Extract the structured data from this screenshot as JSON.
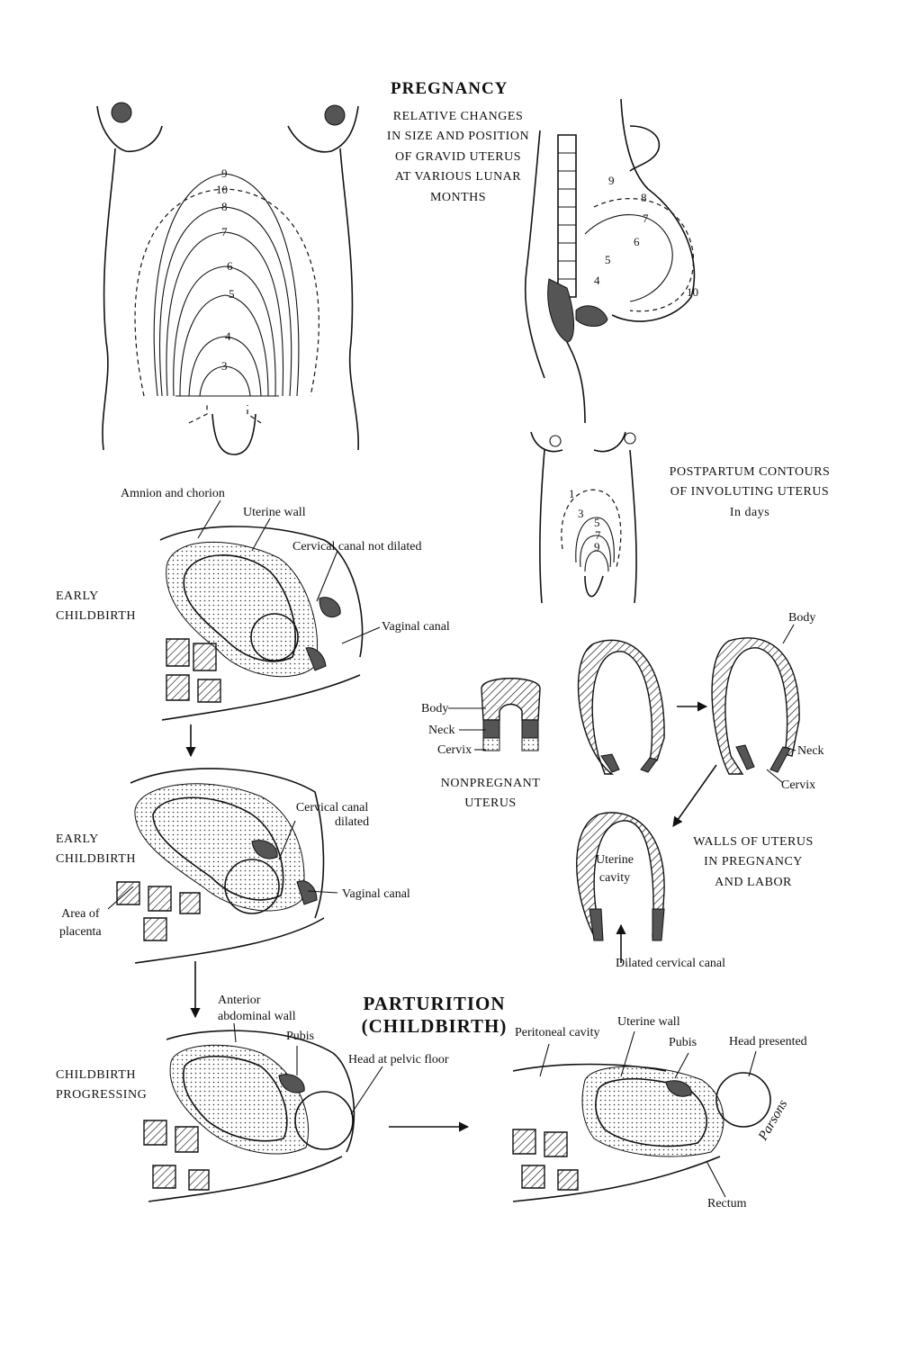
{
  "pregnancy": {
    "title": "PREGNANCY",
    "subtitle_lines": [
      "RELATIVE CHANGES",
      "IN SIZE AND POSITION",
      "OF GRAVID UTERUS",
      "AT VARIOUS LUNAR",
      "MONTHS"
    ],
    "front_months": [
      "9",
      "10",
      "8",
      "7",
      "6",
      "5",
      "4",
      "3"
    ],
    "side_months": [
      "9",
      "8",
      "7",
      "6",
      "5",
      "4",
      "10"
    ]
  },
  "postpartum": {
    "caption_lines": [
      "POSTPARTUM CONTOURS",
      "OF INVOLUTING UTERUS",
      "In days"
    ],
    "days": [
      "1",
      "3",
      "5",
      "7",
      "9"
    ]
  },
  "early1": {
    "stage": [
      "EARLY",
      "CHILDBIRTH"
    ],
    "amnion": "Amnion and chorion",
    "uterine_wall": "Uterine wall",
    "cervical_not_dilated": "Cervical canal not dilated",
    "vaginal_canal": "Vaginal canal"
  },
  "early2": {
    "stage": [
      "EARLY",
      "CHILDBIRTH"
    ],
    "cervical_dilated": [
      "Cervical canal",
      "dilated"
    ],
    "vaginal_canal": "Vaginal canal",
    "placenta": [
      "Area of",
      "placenta"
    ]
  },
  "progress": {
    "stage": [
      "CHILDBIRTH",
      "PROGRESSING"
    ],
    "anterior_wall": [
      "Anterior",
      "abdominal wall"
    ],
    "pubis": "Pubis",
    "head_floor": "Head at pelvic floor"
  },
  "parturition": {
    "title": [
      "PARTURITION",
      "(CHILDBIRTH)"
    ],
    "peritoneal": "Peritoneal cavity",
    "uterine_wall": "Uterine wall",
    "pubis": "Pubis",
    "head_presented": "Head presented",
    "rectum": "Rectum"
  },
  "walls": {
    "nonpregnant": [
      "NONPREGNANT",
      "UTERUS"
    ],
    "np_body": "Body",
    "np_neck": "Neck",
    "np_cervix": "Cervix",
    "body": "Body",
    "neck": "Neck",
    "cervix": "Cervix",
    "caption_lines": [
      "WALLS OF UTERUS",
      "IN PREGNANCY",
      "AND LABOR"
    ],
    "uterine_cavity": [
      "Uterine",
      "cavity"
    ],
    "dilated": "Dilated cervical canal"
  },
  "signature": "Parsons"
}
